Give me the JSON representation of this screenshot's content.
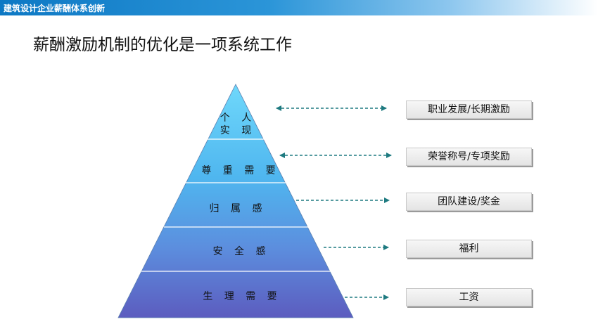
{
  "header": {
    "title": "建筑设计企业薪酬体系创新"
  },
  "slide": {
    "title": "薪酬激励机制的优化是一项系统工作"
  },
  "pyramid": {
    "levels": [
      {
        "line1": "个 人",
        "line2": "实 现"
      },
      {
        "line1": "尊 重 需 要"
      },
      {
        "line1": "归 属 感"
      },
      {
        "line1": "安 全 感"
      },
      {
        "line1": "生 理 需 要"
      }
    ]
  },
  "labels": [
    "职业发展/长期激励",
    "荣誉称号/专项奖励",
    "团队建设/奖金",
    "福利",
    "工资"
  ],
  "colors": {
    "header_blue": "#0d78c4",
    "pyramid_top": "#6fd3f8",
    "pyramid_bottom": "#5b63c4",
    "arrow": "#1e7a80"
  }
}
